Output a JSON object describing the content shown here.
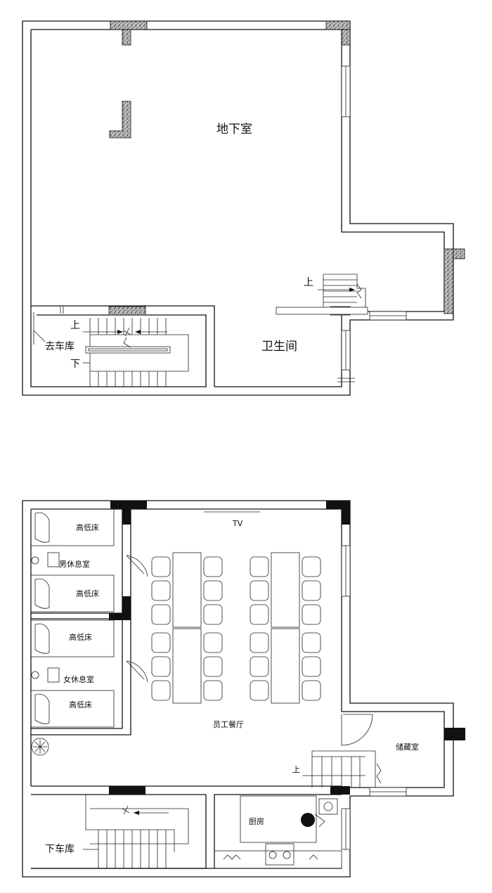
{
  "basement_plan": {
    "room_basement": "地下室",
    "room_bathroom": "卫生间",
    "stair_to_garage": "去车库",
    "stair_up_left": "上",
    "stair_down_left": "下",
    "stair_up_right": "上"
  },
  "ground_plan": {
    "tv": "TV",
    "bunk_bed_1": "高低床",
    "bunk_bed_2": "高低床",
    "bunk_bed_3": "高低床",
    "bunk_bed_4": "高低床",
    "male_rest_room": "男休息室",
    "female_rest_room": "女休息室",
    "staff_canteen": "员工餐厅",
    "storage_room": "储藏室",
    "stair_up": "上",
    "kitchen": "厨房",
    "garage_down": "下车库"
  }
}
